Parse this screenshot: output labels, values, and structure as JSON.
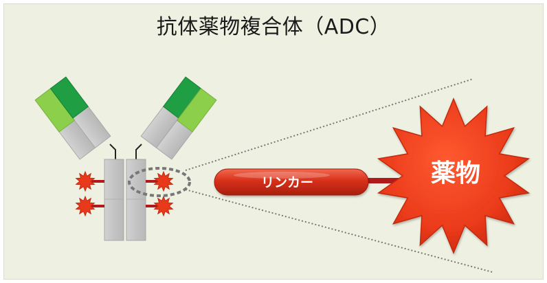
{
  "diagram": {
    "title": "抗体薬物複合体（ADC）",
    "linker_label": "リンカー",
    "drug_label": "薬物"
  },
  "colors": {
    "background": "#eef0e2",
    "antibody_gray": "#c8c8c8",
    "antibody_dark_green": "#1f9e43",
    "antibody_light_green": "#8ccf4a",
    "linker_red": "#d42e12",
    "drug_red": "#ea3a1a",
    "drug_outline": "#c22a10",
    "small_drug_red": "#e83a1a",
    "connector_red": "#b01a1a",
    "dotted_line": "#777777"
  },
  "icons": {
    "antibody": "y-shaped-antibody-icon",
    "drug": "starburst-icon"
  }
}
